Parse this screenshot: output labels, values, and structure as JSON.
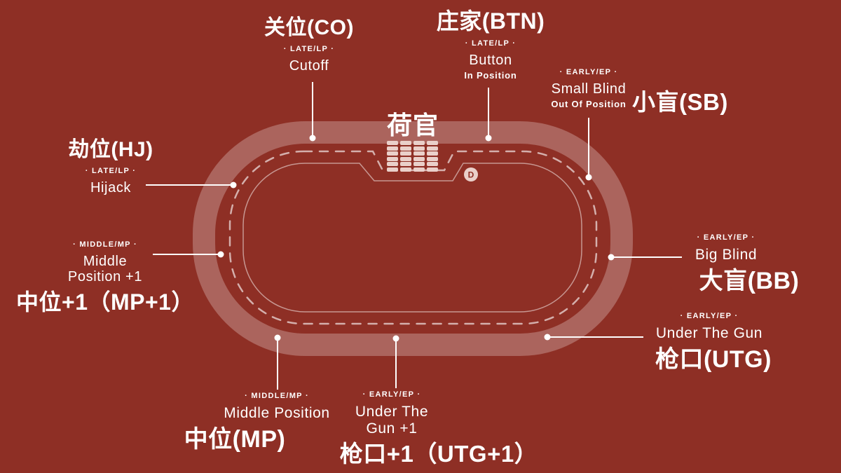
{
  "colors": {
    "background": "#8E2F25",
    "rail": "#B2766D",
    "table_lines": "#E9CFC9",
    "chips": "#EAD0CA",
    "text": "#FFFFFF"
  },
  "dealer": {
    "label": "荷官",
    "button": "D"
  },
  "positions": [
    {
      "id": "cutoff",
      "tier": "· LATE/LP ·",
      "en_lines": [
        "Cutoff"
      ],
      "zh": "关位(CO)"
    },
    {
      "id": "button",
      "tier": "· LATE/LP ·",
      "en_lines": [
        "Button"
      ],
      "sub": "In Position",
      "zh": "庄家(BTN)"
    },
    {
      "id": "small-blind",
      "tier": "· EARLY/EP ·",
      "en_lines": [
        "Small Blind"
      ],
      "sub": "Out Of Position",
      "zh": "小盲(SB)"
    },
    {
      "id": "hijack",
      "tier": "· LATE/LP ·",
      "en_lines": [
        "Hijack"
      ],
      "zh": "劫位(HJ)"
    },
    {
      "id": "middle-position-1",
      "tier": "· MIDDLE/MP ·",
      "en_lines": [
        "Middle",
        "Position +1"
      ],
      "zh": "中位+1（MP+1）"
    },
    {
      "id": "big-blind",
      "tier": "· EARLY/EP ·",
      "en_lines": [
        "Big Blind"
      ],
      "zh": "大盲(BB)"
    },
    {
      "id": "under-the-gun",
      "tier": "· EARLY/EP ·",
      "en_lines": [
        "Under The Gun"
      ],
      "zh": "枪口(UTG)"
    },
    {
      "id": "middle-position",
      "tier": "· MIDDLE/MP ·",
      "en_lines": [
        "Middle Position"
      ],
      "zh": "中位(MP)"
    },
    {
      "id": "under-the-gun-1",
      "tier": "· EARLY/EP ·",
      "en_lines": [
        "Under The",
        "Gun +1"
      ],
      "zh": "枪口+1（UTG+1）"
    }
  ]
}
